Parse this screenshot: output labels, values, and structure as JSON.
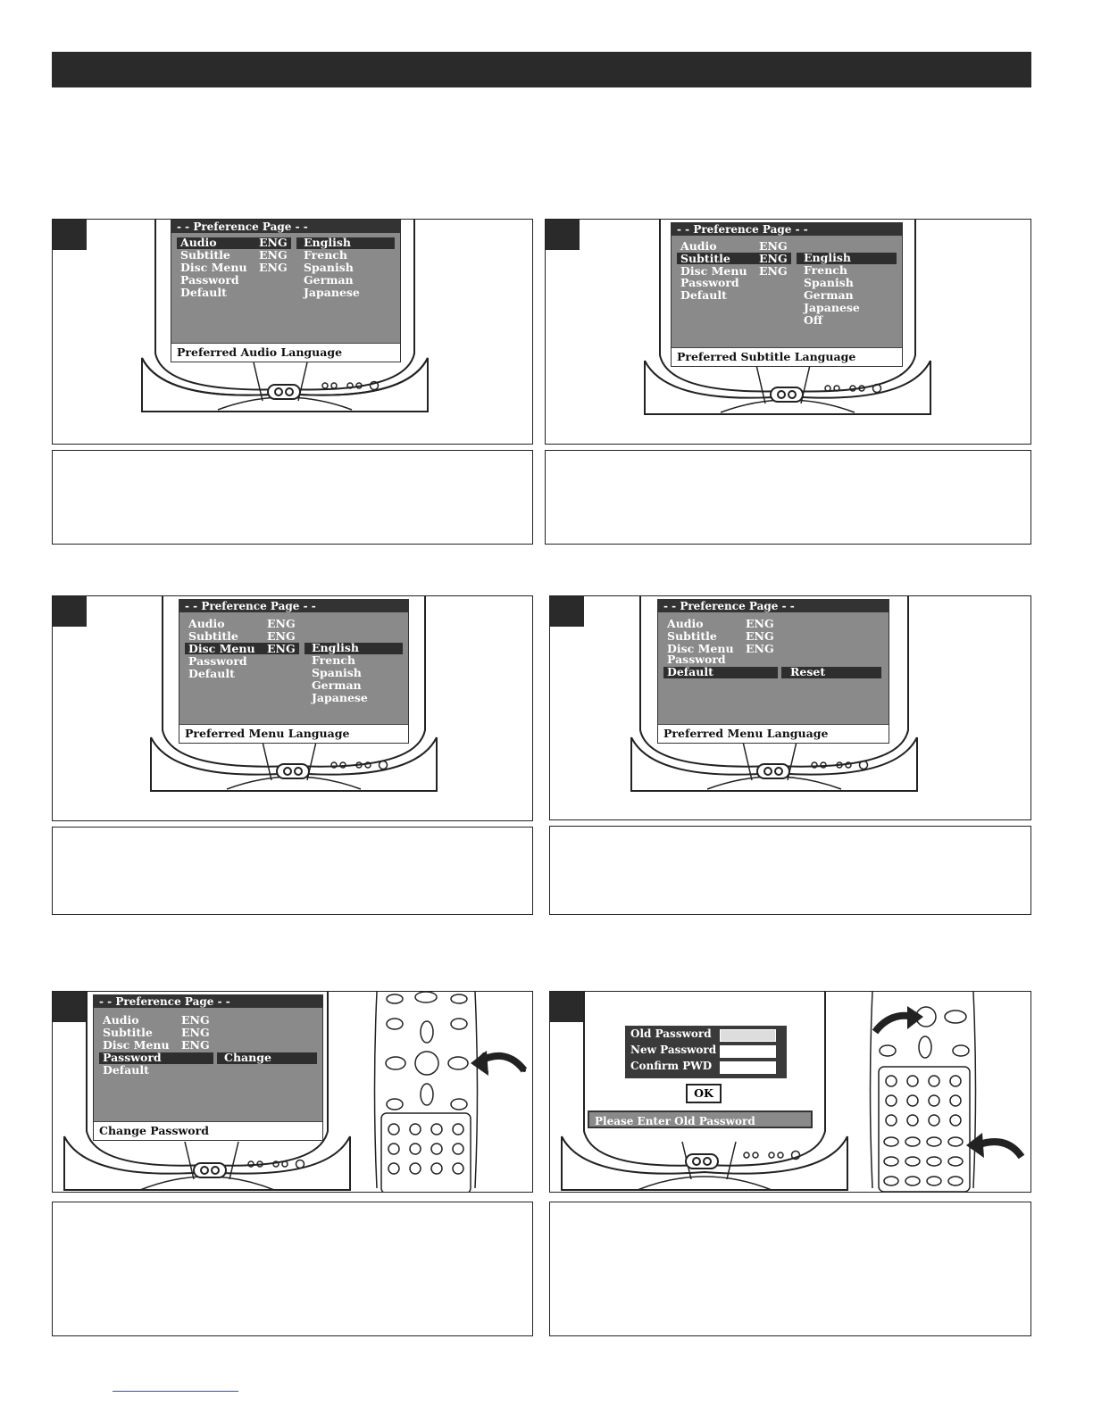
{
  "panels": [
    {
      "menu": {
        "title": "- - Preference Page - -",
        "items": [
          "Audio",
          "Subtitle",
          "Disc Menu",
          "Password",
          "Default"
        ],
        "values": [
          "ENG",
          "ENG",
          "ENG",
          "",
          ""
        ],
        "options": [
          "English",
          "French",
          "Spanish",
          "German",
          "Japanese"
        ],
        "status": "Preferred Audio Language"
      }
    },
    {
      "menu": {
        "title": "- - Preference Page - -",
        "items": [
          "Audio",
          "Subtitle",
          "Disc Menu",
          "Password",
          "Default"
        ],
        "values": [
          "ENG",
          "ENG",
          "ENG",
          "",
          ""
        ],
        "options": [
          "English",
          "French",
          "Spanish",
          "German",
          "Japanese",
          "Off"
        ],
        "status": "Preferred Subtitle Language"
      }
    },
    {
      "menu": {
        "title": "- - Preference Page - -",
        "items": [
          "Audio",
          "Subtitle",
          "Disc Menu",
          "Password",
          "Default"
        ],
        "values": [
          "ENG",
          "ENG",
          "ENG",
          "",
          ""
        ],
        "options": [
          "English",
          "French",
          "Spanish",
          "German",
          "Japanese"
        ],
        "status": "Preferred Menu Language"
      }
    },
    {
      "menu": {
        "title": "- - Preference Page - -",
        "items": [
          "Audio",
          "Subtitle",
          "Disc Menu",
          "Password",
          "Default"
        ],
        "values": [
          "ENG",
          "ENG",
          "ENG",
          "",
          ""
        ],
        "options": [
          "Reset"
        ],
        "status": "Preferred Menu Language"
      }
    },
    {
      "menu": {
        "title": "- - Preference Page - -",
        "items": [
          "Audio",
          "Subtitle",
          "Disc Menu",
          "Password",
          "Default"
        ],
        "values": [
          "ENG",
          "ENG",
          "ENG",
          "",
          ""
        ],
        "options": [
          "Change"
        ],
        "status": "Change Password"
      }
    },
    {
      "password_dialog": {
        "fields": [
          "Old Password",
          "New Password",
          "Confirm PWD"
        ],
        "ok_label": "OK",
        "status": "Please Enter Old Password"
      }
    }
  ]
}
